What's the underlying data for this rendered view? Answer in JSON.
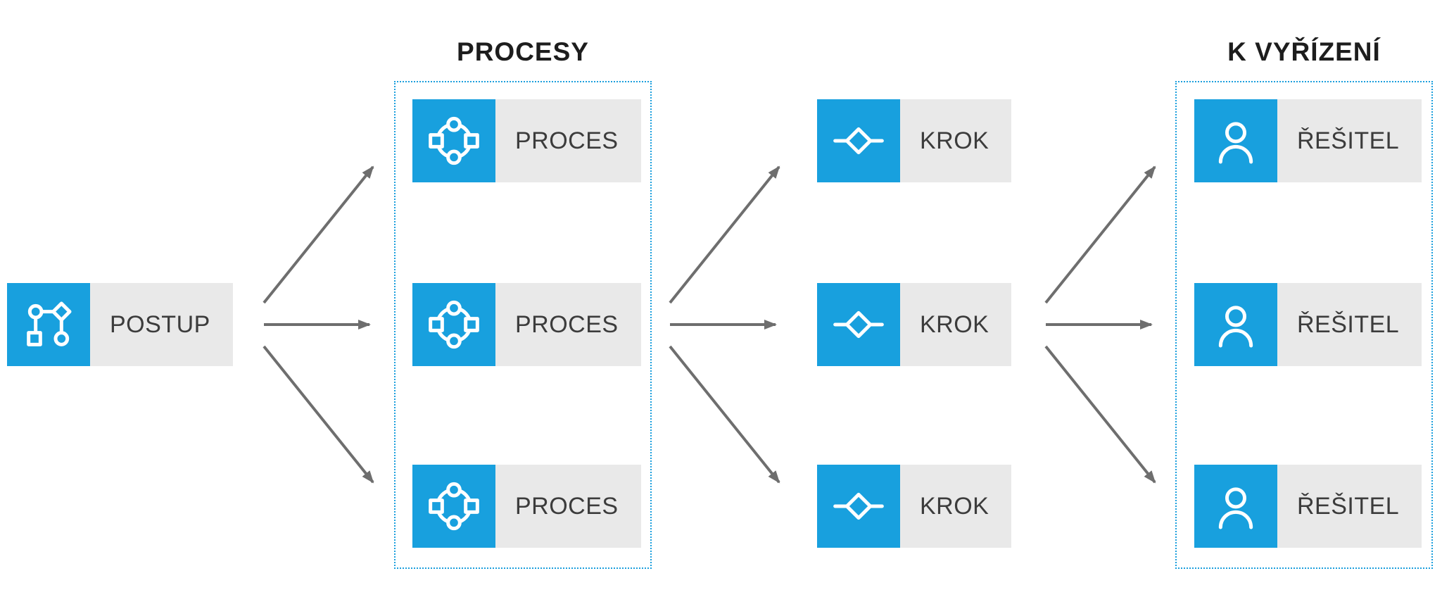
{
  "diagram": {
    "postup": {
      "label": "POSTUP"
    },
    "procesy_group": {
      "title": "PROCESY",
      "items": [
        {
          "label": "PROCES"
        },
        {
          "label": "PROCES"
        },
        {
          "label": "PROCES"
        }
      ]
    },
    "kroky": {
      "items": [
        {
          "label": "KROK"
        },
        {
          "label": "KROK"
        },
        {
          "label": "KROK"
        }
      ]
    },
    "k_vyrizeni_group": {
      "title": "K VYŘÍZENÍ",
      "items": [
        {
          "label": "ŘEŠITEL"
        },
        {
          "label": "ŘEŠITEL"
        },
        {
          "label": "ŘEŠITEL"
        }
      ]
    },
    "edges": [
      {
        "from": "postup",
        "to": "proces-1"
      },
      {
        "from": "postup",
        "to": "proces-2"
      },
      {
        "from": "postup",
        "to": "proces-3"
      },
      {
        "from": "proces-2",
        "to": "krok-1"
      },
      {
        "from": "proces-2",
        "to": "krok-2"
      },
      {
        "from": "proces-2",
        "to": "krok-3"
      },
      {
        "from": "krok-2",
        "to": "resitel-1"
      },
      {
        "from": "krok-2",
        "to": "resitel-2"
      },
      {
        "from": "krok-2",
        "to": "resitel-3"
      }
    ],
    "icons": {
      "postup": "workflow-icon",
      "proces": "process-cycle-icon",
      "krok": "decision-diamond-icon",
      "resitel": "person-icon"
    }
  },
  "colors": {
    "accent_blue": "#18A0DE",
    "label_bg": "#E9E9E9",
    "arrow_gray": "#6E6E6E",
    "group_border": "#1B9FDD",
    "title_text": "#1D1D1D",
    "label_text": "#3C3C3C"
  }
}
